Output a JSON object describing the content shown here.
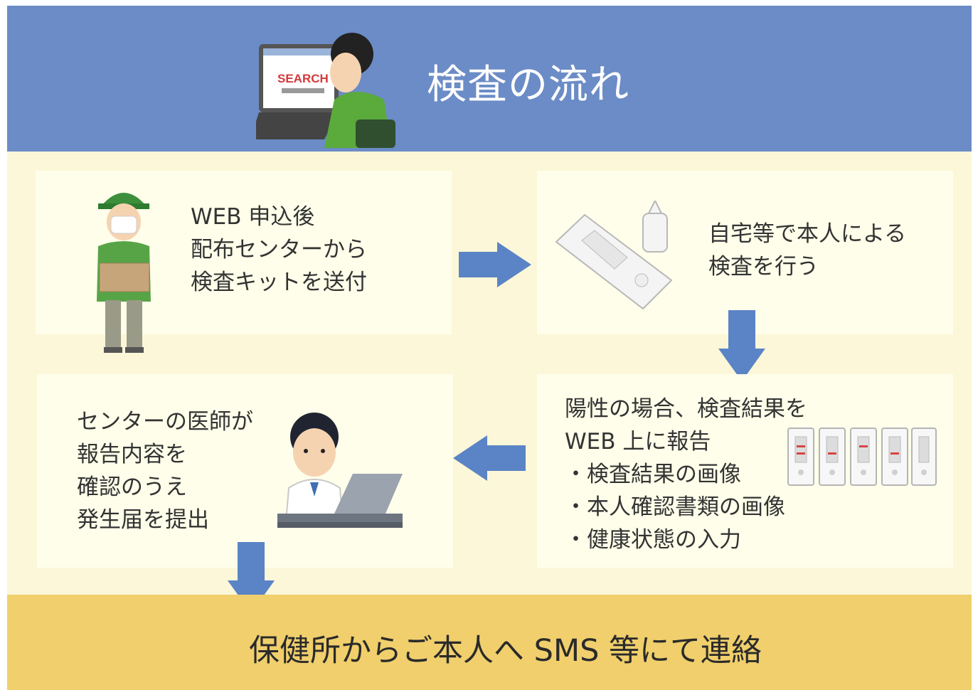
{
  "header": {
    "title": "検査の流れ",
    "search_label": "SEARCH"
  },
  "steps": {
    "step1": [
      "WEB 申込後",
      "配布センターから",
      "検査キットを送付"
    ],
    "step2": [
      "自宅等で本人による",
      "検査を行う"
    ],
    "step3": [
      "陽性の場合、検査結果を",
      "WEB 上に報告",
      "・検査結果の画像",
      "・本人確認書類の画像",
      "・健康状態の入力"
    ],
    "step4": [
      "センターの医師が",
      "報告内容を",
      "確認のうえ",
      "発生届を提出"
    ]
  },
  "footer": {
    "text": "保健所からご本人へ SMS 等にて連絡"
  },
  "colors": {
    "header_bg": "#6b8cc6",
    "panel_bg": "#fbf7d8",
    "box_bg": "#fefeea",
    "footer_bg": "#f0cf6c",
    "arrow": "#5b84c6"
  },
  "icons": {
    "header": "person-at-laptop-icon",
    "step1": "delivery-worker-icon",
    "step2": "antigen-test-kit-icon",
    "step3": "test-strips-icon",
    "step4": "doctor-at-laptop-icon"
  }
}
